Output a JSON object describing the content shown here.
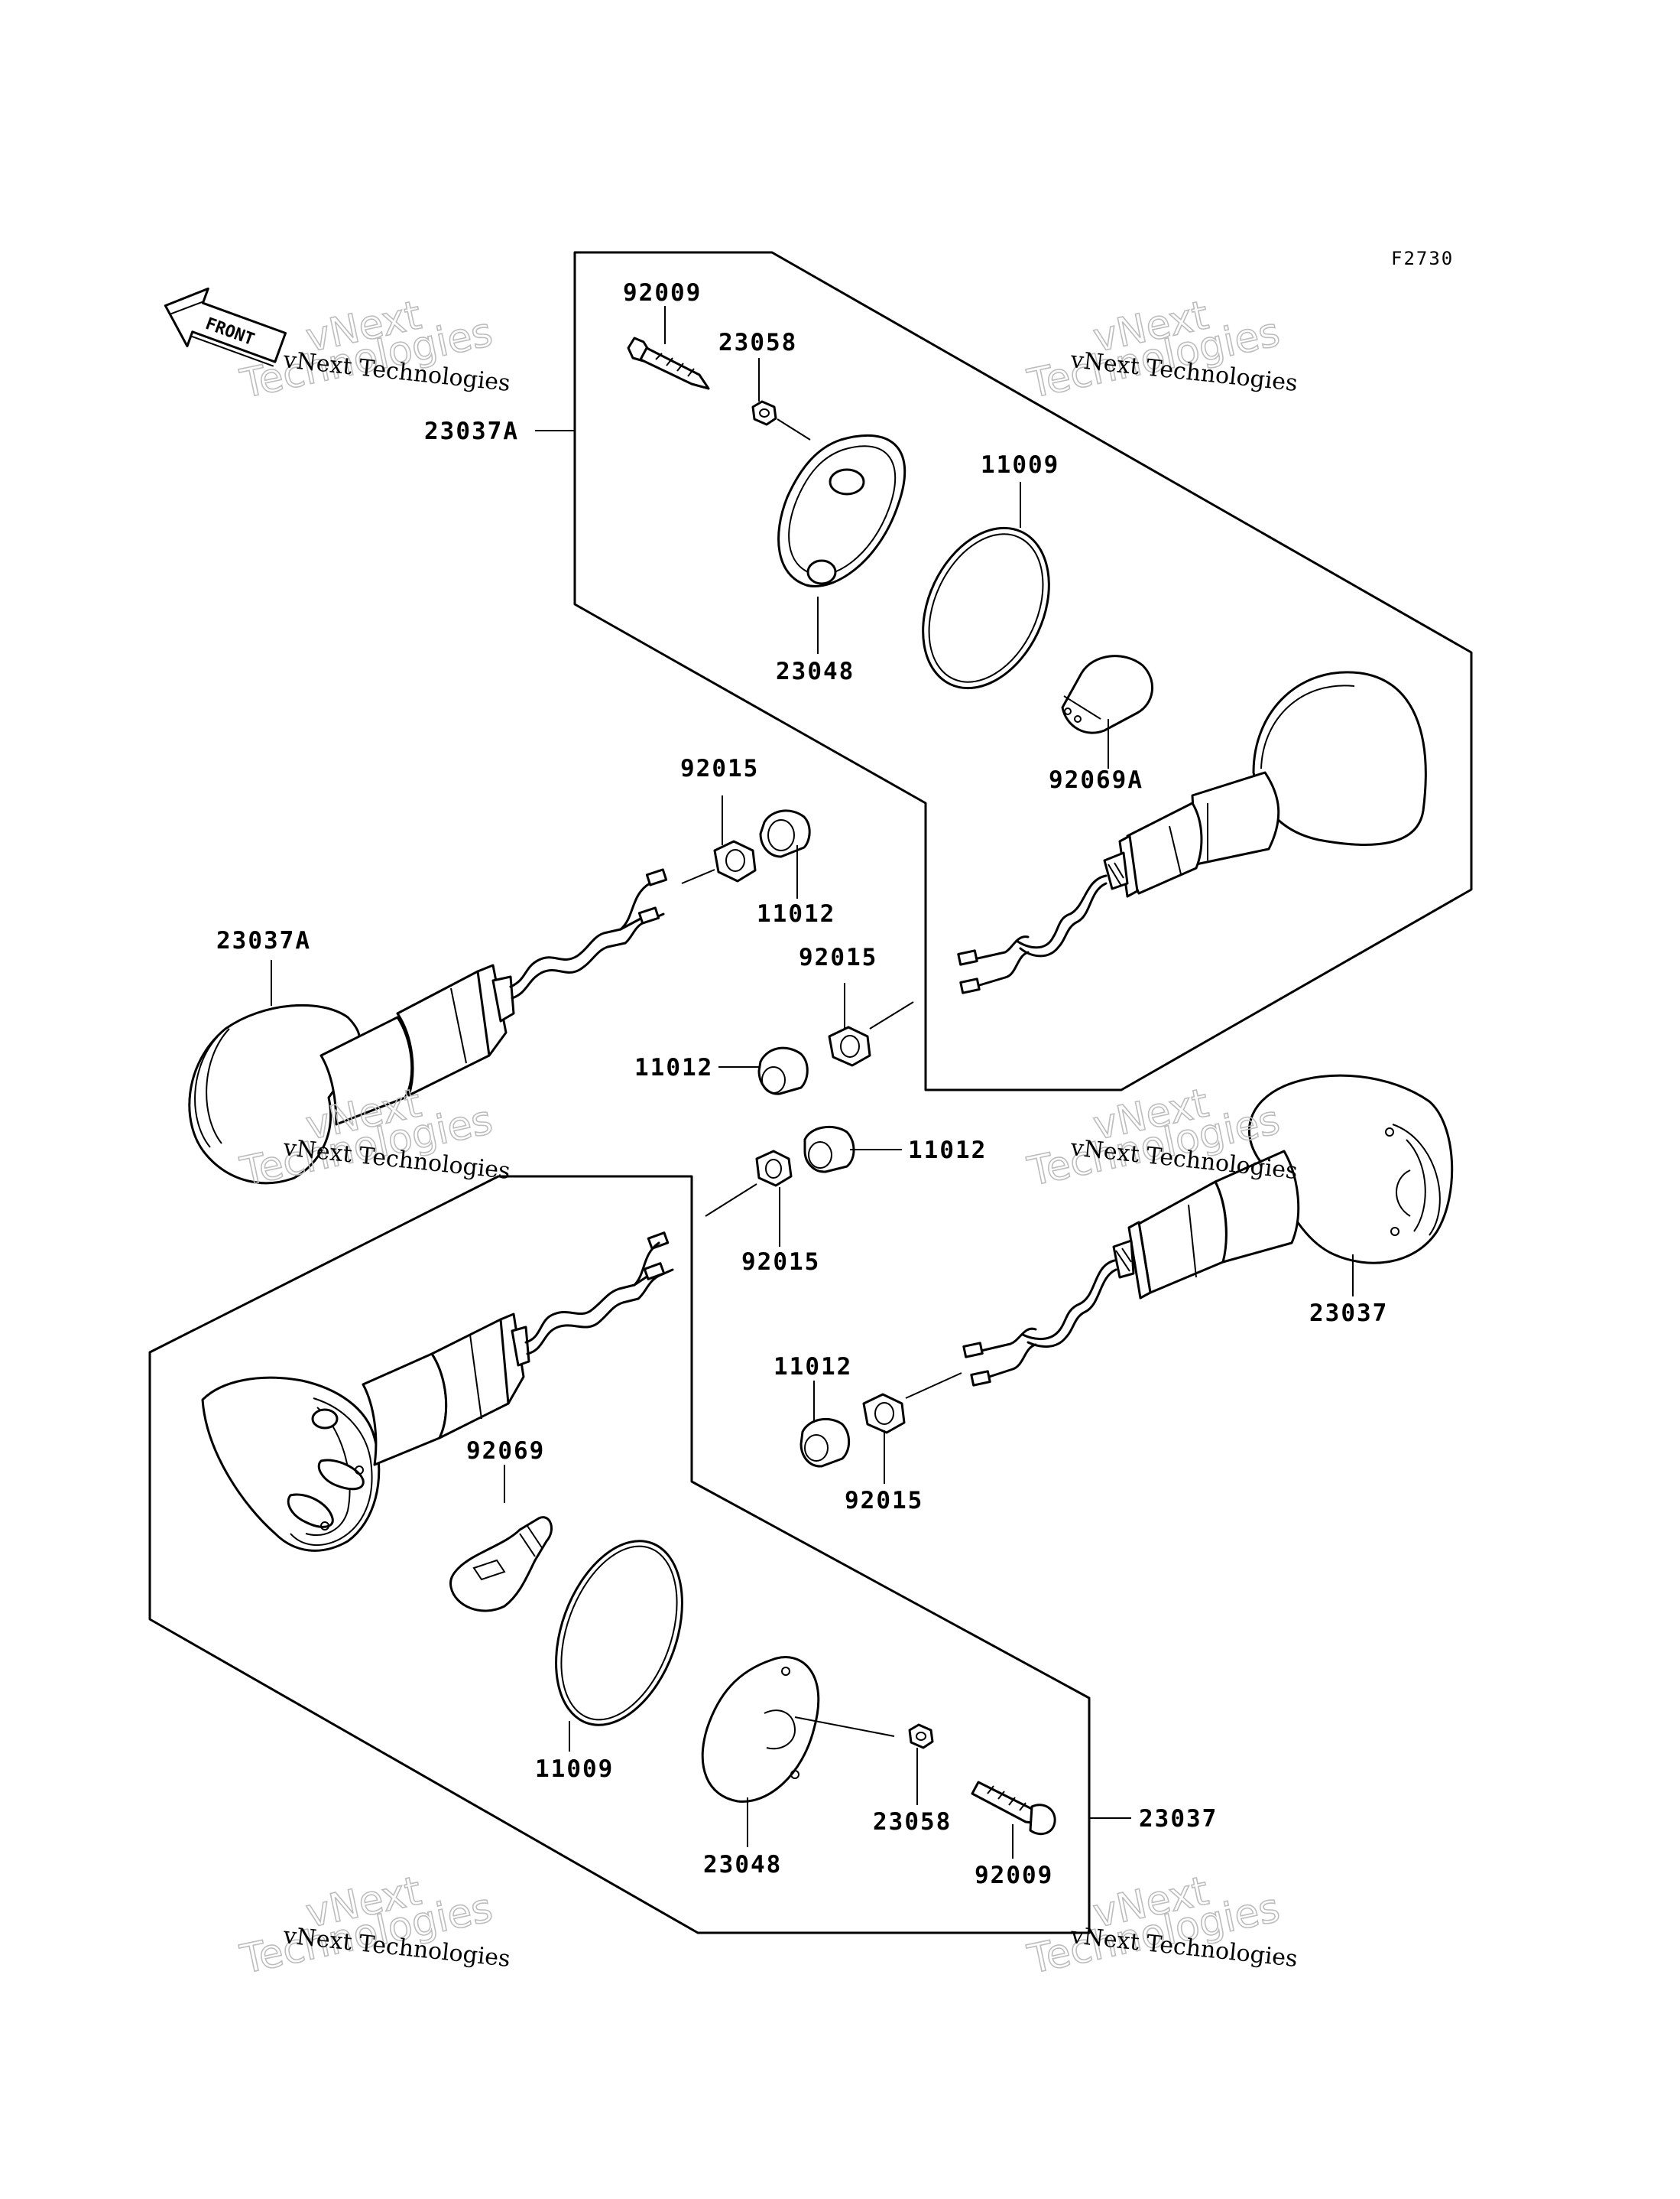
{
  "figure_code": "F2730",
  "front_marker": "FRONT",
  "watermark": {
    "line1": "vNext Technologies",
    "outline_top": "vNext",
    "outline_bottom": "Technologies"
  },
  "callouts": {
    "c_92009_top": "92009",
    "c_23058_top": "23058",
    "c_23037A_top": "23037A",
    "c_11009_top": "11009",
    "c_23048_top": "23048",
    "c_92069A": "92069A",
    "c_92015_a": "92015",
    "c_11012_a": "11012",
    "c_23037A_left": "23037A",
    "c_92015_b": "92015",
    "c_11012_b": "11012",
    "c_11012_c": "11012",
    "c_92015_c": "92015",
    "c_23037_right": "23037",
    "c_11012_d": "11012",
    "c_92015_d": "92015",
    "c_92069": "92069",
    "c_11009_bottom": "11009",
    "c_23048_bottom": "23048",
    "c_23058_bottom": "23058",
    "c_92009_bottom": "92009",
    "c_23037_bottom": "23037"
  }
}
